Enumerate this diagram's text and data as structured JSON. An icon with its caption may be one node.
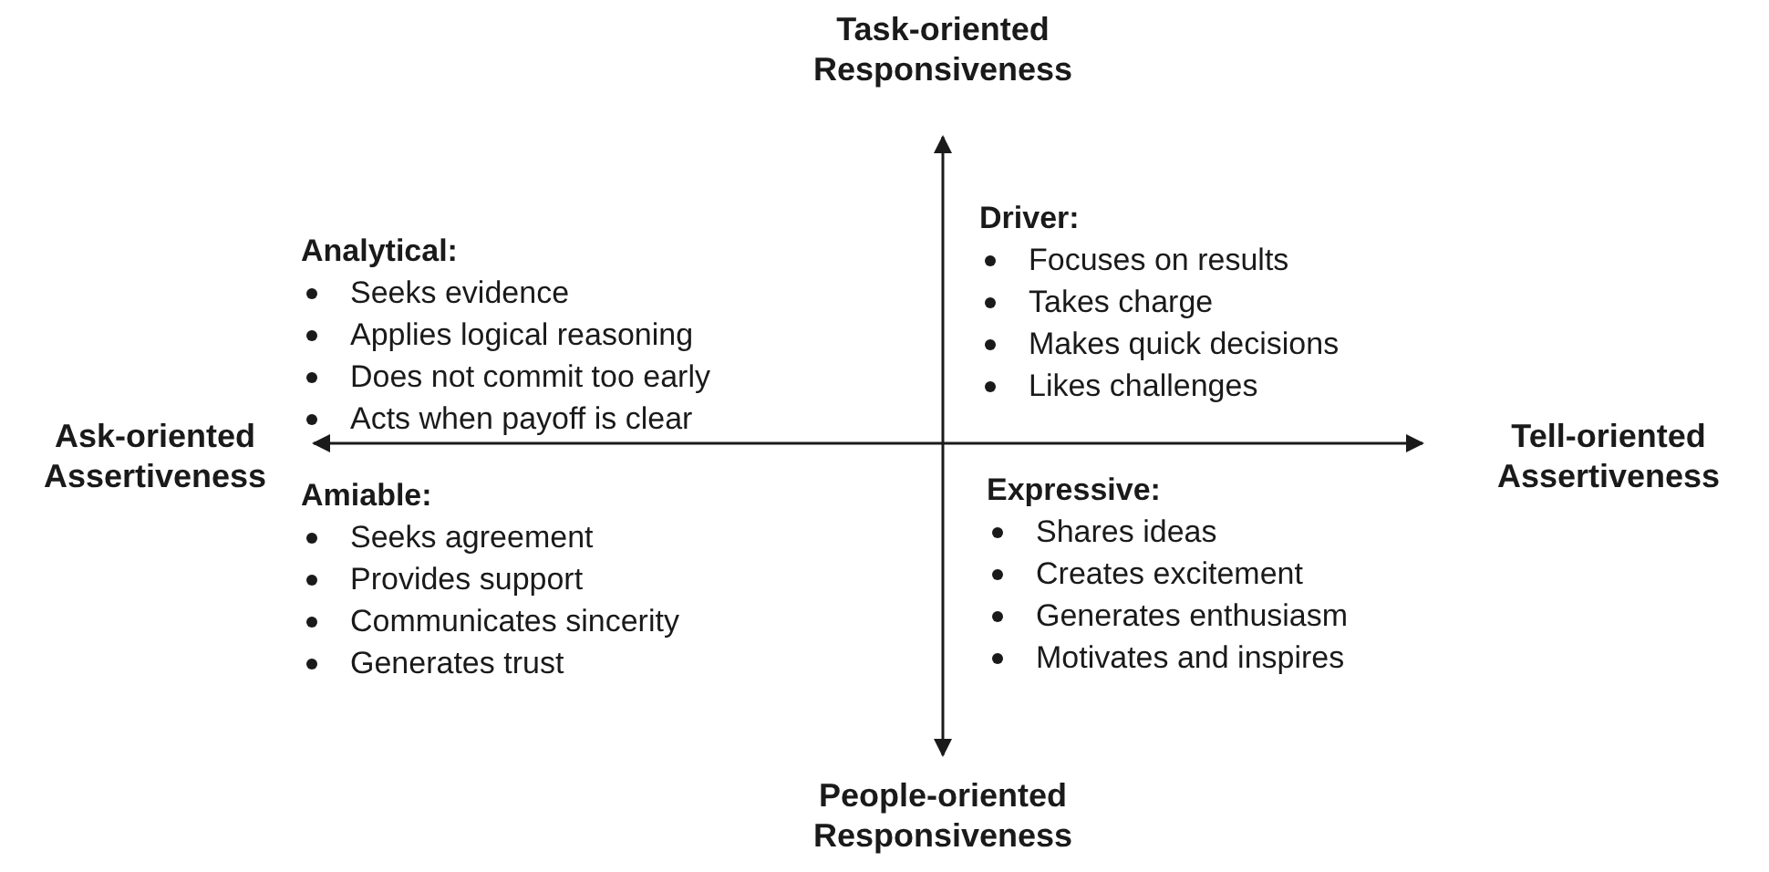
{
  "diagram": {
    "labels": [
      "Task-oriented Responsiveness",
      "Analytical:",
      "Seeks evidence",
      "Applies logical reasoning",
      "Does not commit too early",
      "Acts when payoff is clear",
      "Driver:",
      "Focuses on results",
      "Takes charge",
      "Makes quick decisions",
      "Likes challenges",
      "Ask-oriented Assertiveness",
      "Tell-oriented Assertiveness",
      "Amiable:",
      "Seeks agreement",
      "Provides support",
      "Communicates sincerity",
      "Generates trust",
      "Expressive:",
      "Shares ideas",
      "Creates excitement",
      "Generates enthusiasm",
      "Motivates and inspires",
      "People-oriented Responsiveness"
    ]
  }
}
